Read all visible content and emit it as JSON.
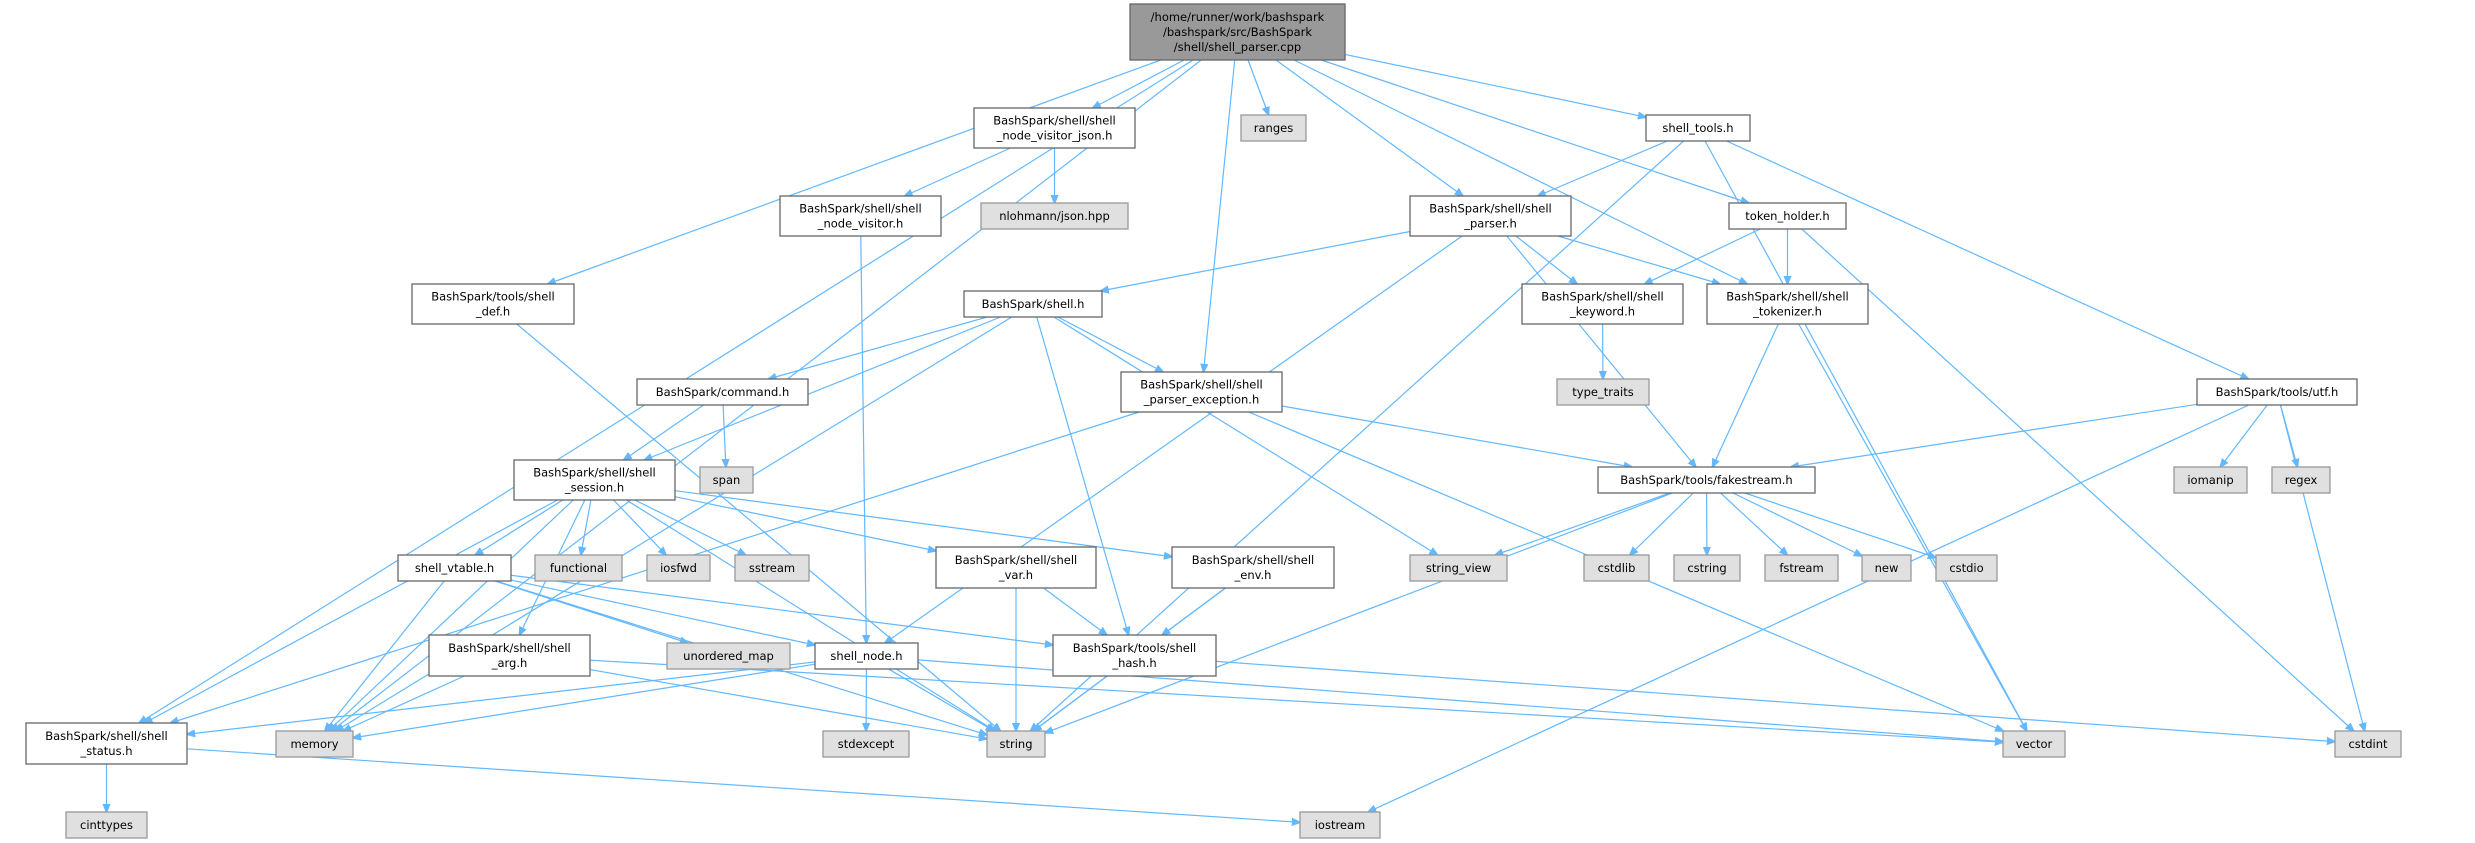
{
  "graph": {
    "title": "/home/runner/work/bashspark/bashspark/src/BashSpark/shell/shell_parser.cpp",
    "colors": {
      "edge": "#63b8ff",
      "main_fill": "#999999",
      "main_border": "#666666",
      "doc_fill": "#ffffff",
      "doc_border": "#666666",
      "ext_fill": "#e0e0e0",
      "ext_border": "#999999"
    },
    "nodes": {
      "root": {
        "kind": "main",
        "lines": [
          "/home/runner/work/bashspark",
          "/bashspark/src/BashSpark",
          "/shell/shell_parser.cpp"
        ]
      },
      "visitor_json": {
        "kind": "doc",
        "lines": [
          "BashSpark/shell/shell",
          "_node_visitor_json.h"
        ]
      },
      "visitor": {
        "kind": "doc",
        "lines": [
          "BashSpark/shell/shell",
          "_node_visitor.h"
        ]
      },
      "nlohmann": {
        "kind": "ext",
        "lines": [
          "nlohmann/json.hpp"
        ]
      },
      "shell_def": {
        "kind": "doc",
        "lines": [
          "BashSpark/tools/shell",
          "_def.h"
        ]
      },
      "shell_h": {
        "kind": "doc",
        "lines": [
          "BashSpark/shell.h"
        ]
      },
      "command": {
        "kind": "doc",
        "lines": [
          "BashSpark/command.h"
        ]
      },
      "parser_exc": {
        "kind": "doc",
        "lines": [
          "BashSpark/shell/shell",
          "_parser_exception.h"
        ]
      },
      "ranges": {
        "kind": "ext",
        "lines": [
          "ranges"
        ]
      },
      "shell_tools": {
        "kind": "doc",
        "lines": [
          "shell_tools.h"
        ]
      },
      "parser_h": {
        "kind": "doc",
        "lines": [
          "BashSpark/shell/shell",
          "_parser.h"
        ]
      },
      "token_holder": {
        "kind": "doc",
        "lines": [
          "token_holder.h"
        ]
      },
      "keyword": {
        "kind": "doc",
        "lines": [
          "BashSpark/shell/shell",
          "_keyword.h"
        ]
      },
      "tokenizer": {
        "kind": "doc",
        "lines": [
          "BashSpark/shell/shell",
          "_tokenizer.h"
        ]
      },
      "type_traits": {
        "kind": "ext",
        "lines": [
          "type_traits"
        ]
      },
      "utf": {
        "kind": "doc",
        "lines": [
          "BashSpark/tools/utf.h"
        ]
      },
      "session": {
        "kind": "doc",
        "lines": [
          "BashSpark/shell/shell",
          "_session.h"
        ]
      },
      "span": {
        "kind": "ext",
        "lines": [
          "span"
        ]
      },
      "vtable": {
        "kind": "doc",
        "lines": [
          "shell_vtable.h"
        ]
      },
      "functional": {
        "kind": "ext",
        "lines": [
          "functional"
        ]
      },
      "iosfwd": {
        "kind": "ext",
        "lines": [
          "iosfwd"
        ]
      },
      "sstream": {
        "kind": "ext",
        "lines": [
          "sstream"
        ]
      },
      "var": {
        "kind": "doc",
        "lines": [
          "BashSpark/shell/shell",
          "_var.h"
        ]
      },
      "env": {
        "kind": "doc",
        "lines": [
          "BashSpark/shell/shell",
          "_env.h"
        ]
      },
      "arg": {
        "kind": "doc",
        "lines": [
          "BashSpark/shell/shell",
          "_arg.h"
        ]
      },
      "unordered_map": {
        "kind": "ext",
        "lines": [
          "unordered_map"
        ]
      },
      "shell_node": {
        "kind": "doc",
        "lines": [
          "shell_node.h"
        ]
      },
      "hash": {
        "kind": "doc",
        "lines": [
          "BashSpark/tools/shell",
          "_hash.h"
        ]
      },
      "status": {
        "kind": "doc",
        "lines": [
          "BashSpark/shell/shell",
          "_status.h"
        ]
      },
      "memory": {
        "kind": "ext",
        "lines": [
          "memory"
        ]
      },
      "stdexcept": {
        "kind": "ext",
        "lines": [
          "stdexcept"
        ]
      },
      "string": {
        "kind": "ext",
        "lines": [
          "string"
        ]
      },
      "cinttypes": {
        "kind": "ext",
        "lines": [
          "cinttypes"
        ]
      },
      "fakestream": {
        "kind": "doc",
        "lines": [
          "BashSpark/tools/fakestream.h"
        ]
      },
      "iomanip": {
        "kind": "ext",
        "lines": [
          "iomanip"
        ]
      },
      "regex": {
        "kind": "ext",
        "lines": [
          "regex"
        ]
      },
      "string_view": {
        "kind": "ext",
        "lines": [
          "string_view"
        ]
      },
      "cstdlib": {
        "kind": "ext",
        "lines": [
          "cstdlib"
        ]
      },
      "cstring": {
        "kind": "ext",
        "lines": [
          "cstring"
        ]
      },
      "fstream": {
        "kind": "ext",
        "lines": [
          "fstream"
        ]
      },
      "new": {
        "kind": "ext",
        "lines": [
          "new"
        ]
      },
      "cstdio": {
        "kind": "ext",
        "lines": [
          "cstdio"
        ]
      },
      "vector": {
        "kind": "ext",
        "lines": [
          "vector"
        ]
      },
      "cstdint": {
        "kind": "ext",
        "lines": [
          "cstdint"
        ]
      },
      "iostream": {
        "kind": "ext",
        "lines": [
          "iostream"
        ]
      }
    },
    "edges": [
      [
        "root",
        "status"
      ],
      [
        "root",
        "memory"
      ],
      [
        "root",
        "shell_def"
      ],
      [
        "root",
        "visitor_json"
      ],
      [
        "root",
        "parser_exc"
      ],
      [
        "root",
        "ranges"
      ],
      [
        "root",
        "parser_h"
      ],
      [
        "root",
        "tokenizer"
      ],
      [
        "root",
        "shell_tools"
      ],
      [
        "root",
        "token_holder"
      ],
      [
        "visitor_json",
        "visitor"
      ],
      [
        "visitor_json",
        "nlohmann"
      ],
      [
        "visitor",
        "shell_node"
      ],
      [
        "shell_def",
        "string"
      ],
      [
        "shell_tools",
        "parser_h"
      ],
      [
        "shell_tools",
        "string"
      ],
      [
        "shell_tools",
        "vector"
      ],
      [
        "shell_tools",
        "utf"
      ],
      [
        "token_holder",
        "keyword"
      ],
      [
        "token_holder",
        "tokenizer"
      ],
      [
        "token_holder",
        "cstdint"
      ],
      [
        "parser_h",
        "shell_h"
      ],
      [
        "parser_h",
        "keyword"
      ],
      [
        "parser_h",
        "tokenizer"
      ],
      [
        "parser_h",
        "fakestream"
      ],
      [
        "parser_h",
        "shell_node"
      ],
      [
        "keyword",
        "type_traits"
      ],
      [
        "tokenizer",
        "fakestream"
      ],
      [
        "tokenizer",
        "vector"
      ],
      [
        "shell_h",
        "command"
      ],
      [
        "shell_h",
        "parser_exc"
      ],
      [
        "shell_h",
        "session"
      ],
      [
        "shell_h",
        "memory"
      ],
      [
        "shell_h",
        "string_view"
      ],
      [
        "shell_h",
        "hash"
      ],
      [
        "command",
        "session"
      ],
      [
        "command",
        "span"
      ],
      [
        "parser_exc",
        "status"
      ],
      [
        "parser_exc",
        "fakestream"
      ],
      [
        "parser_exc",
        "vector"
      ],
      [
        "utf",
        "fakestream"
      ],
      [
        "utf",
        "iomanip"
      ],
      [
        "utf",
        "regex"
      ],
      [
        "utf",
        "cstdint"
      ],
      [
        "utf",
        "iostream"
      ],
      [
        "session",
        "vtable"
      ],
      [
        "session",
        "functional"
      ],
      [
        "session",
        "iosfwd"
      ],
      [
        "session",
        "sstream"
      ],
      [
        "session",
        "var"
      ],
      [
        "session",
        "env"
      ],
      [
        "session",
        "memory"
      ],
      [
        "session",
        "status"
      ],
      [
        "session",
        "arg"
      ],
      [
        "session",
        "string"
      ],
      [
        "fakestream",
        "string_view"
      ],
      [
        "fakestream",
        "cstdlib"
      ],
      [
        "fakestream",
        "cstring"
      ],
      [
        "fakestream",
        "fstream"
      ],
      [
        "fakestream",
        "new"
      ],
      [
        "fakestream",
        "cstdio"
      ],
      [
        "fakestream",
        "string"
      ],
      [
        "vtable",
        "memory"
      ],
      [
        "vtable",
        "unordered_map"
      ],
      [
        "vtable",
        "shell_node"
      ],
      [
        "vtable",
        "hash"
      ],
      [
        "vtable",
        "string"
      ],
      [
        "arg",
        "memory"
      ],
      [
        "arg",
        "string"
      ],
      [
        "arg",
        "vector"
      ],
      [
        "var",
        "hash"
      ],
      [
        "var",
        "string"
      ],
      [
        "env",
        "hash"
      ],
      [
        "env",
        "string"
      ],
      [
        "shell_node",
        "status"
      ],
      [
        "shell_node",
        "memory"
      ],
      [
        "shell_node",
        "stdexcept"
      ],
      [
        "shell_node",
        "string"
      ],
      [
        "shell_node",
        "vector"
      ],
      [
        "hash",
        "string"
      ],
      [
        "hash",
        "cstdint"
      ],
      [
        "status",
        "cinttypes"
      ],
      [
        "status",
        "iostream"
      ]
    ]
  }
}
